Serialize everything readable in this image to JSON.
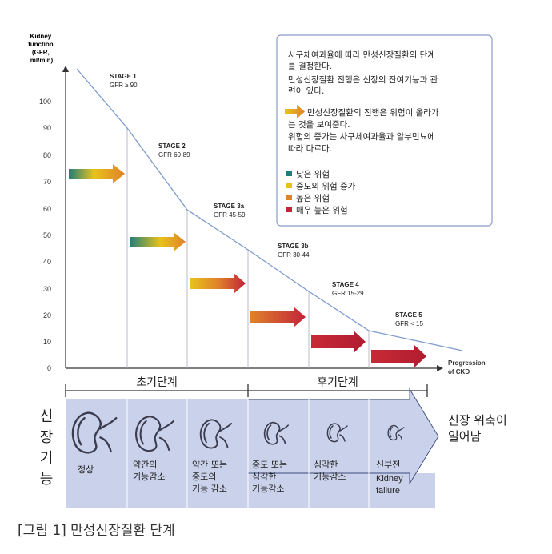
{
  "y_axis": {
    "title_lines": [
      "Kidney",
      "function",
      "(GFR,",
      "ml/min)"
    ],
    "ticks": [
      "100",
      "90",
      "80",
      "70",
      "60",
      "50",
      "40",
      "30",
      "20",
      "10",
      "0"
    ]
  },
  "x_axis": {
    "label_lines": [
      "Progression",
      "of CKD"
    ]
  },
  "stages": [
    {
      "name": "STAGE 1",
      "gfr": "GFR ≥ 90"
    },
    {
      "name": "STAGE 2",
      "gfr": "GFR 60-89"
    },
    {
      "name": "STAGE 3a",
      "gfr": "GFR 45-59"
    },
    {
      "name": "STAGE 3b",
      "gfr": "GFR 30-44"
    },
    {
      "name": "STAGE 4",
      "gfr": "GFR 15-29"
    },
    {
      "name": "STAGE 5",
      "gfr": "GFR < 15"
    }
  ],
  "legend_box": {
    "para1": [
      "사구체여과율에 따라 만성신장질환의 단계",
      "를 결정한다.",
      "만성신장질환 진행은 신장의 잔여기능과 관",
      "련이 있다."
    ],
    "para2": [
      "만성신장질환의 진행은 위험이 올라가",
      "는 것을 보여준다.",
      "위험의 증가는 사구체여과율과 알부민뇨에",
      "따라 다르다."
    ],
    "risks": [
      {
        "label": "낮은 위험",
        "color": "#1f7f7a"
      },
      {
        "label": "중도의 위험 증가",
        "color": "#e8c21c"
      },
      {
        "label": "높은 위험",
        "color": "#e0822a"
      },
      {
        "label": "매우 높은 위험",
        "color": "#c2243a"
      }
    ]
  },
  "phases": {
    "early": "초기단계",
    "late": "후기단계"
  },
  "side_label": [
    "신",
    "장",
    "기",
    "능"
  ],
  "atrophy_note": [
    "신장 위축이",
    "일어남"
  ],
  "kidney_states": [
    [
      "정상"
    ],
    [
      "약간의",
      "기능감소"
    ],
    [
      "약간 또는",
      "중도의",
      "기능 감소"
    ],
    [
      "중도 또는",
      "심각한",
      "기능감소"
    ],
    [
      "심각한",
      "기능감소"
    ],
    [
      "신부전",
      "Kidney",
      "failure"
    ]
  ],
  "caption": "[그림 1] 만성신장질환 단계"
}
